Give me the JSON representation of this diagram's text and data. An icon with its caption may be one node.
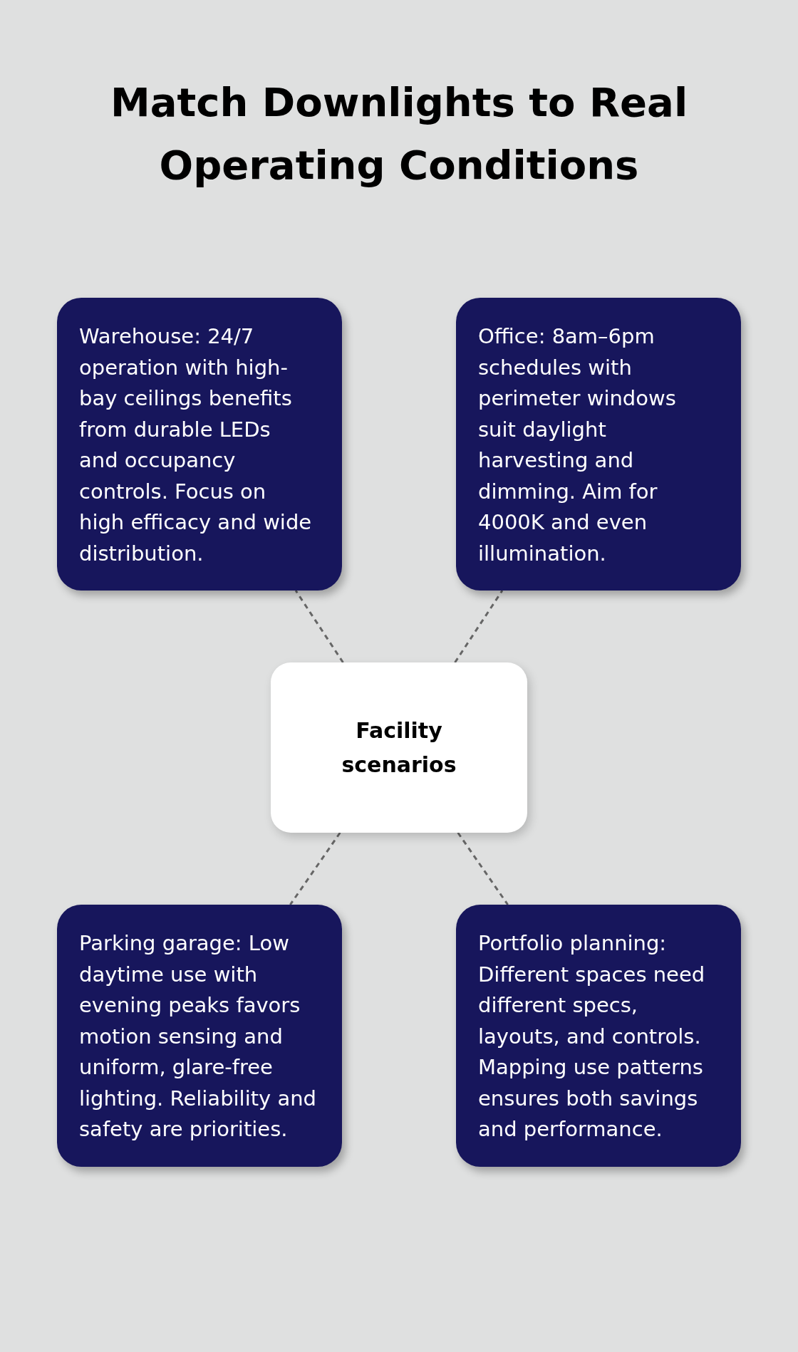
{
  "diagram": {
    "title": "Match Downlights to Real Operating Conditions",
    "nodes": [
      {
        "text": [
          "Warehouse: 24/7 operation with high-bay ceilings benefits from durable LEDs and occupancy controls. Focus on high efficacy and wide distribution."
        ]
      },
      {
        "text": [
          "Office: 8am–6pm schedules with perimeter windows suit daylight harvesting and dimming. Aim for 4000K and even illumination."
        ]
      },
      {
        "text": [
          "Facility scenarios"
        ]
      },
      {
        "text": [
          "Parking garage: Low daytime use with evening peaks favors motion sensing and uniform, glare-free lighting. Reliability and safety are priorities."
        ]
      },
      {
        "text": [
          "Portfolio planning: Different spaces need different specs, layouts, and controls. Mapping use patterns ensures both savings and performance."
        ]
      }
    ],
    "edges": [
      {
        "from": 2,
        "to": 0,
        "arrow": "none",
        "style": "dashed"
      },
      {
        "from": 2,
        "to": 1,
        "arrow": "none",
        "style": "dashed"
      },
      {
        "from": 2,
        "to": 3,
        "arrow": "none",
        "style": "dashed"
      },
      {
        "from": 2,
        "to": 4,
        "arrow": "none",
        "style": "dashed"
      }
    ]
  }
}
